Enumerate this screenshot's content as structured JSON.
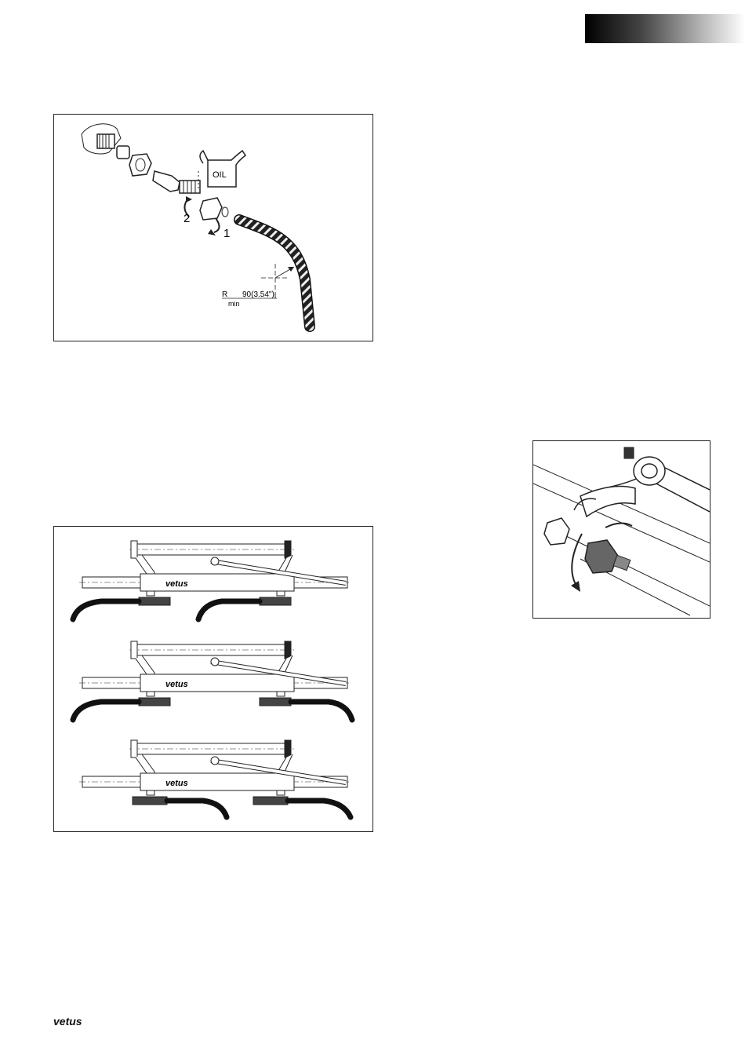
{
  "figure1": {
    "oil_label": "OIL",
    "step_two": "2",
    "step_one": "1",
    "radius_symbol": "R",
    "radius_subscript": "min",
    "radius_value": "90(3.54\")"
  },
  "figure2": {
    "brand_mark": "vetus"
  },
  "footer": {
    "logo_text": "vetus"
  }
}
